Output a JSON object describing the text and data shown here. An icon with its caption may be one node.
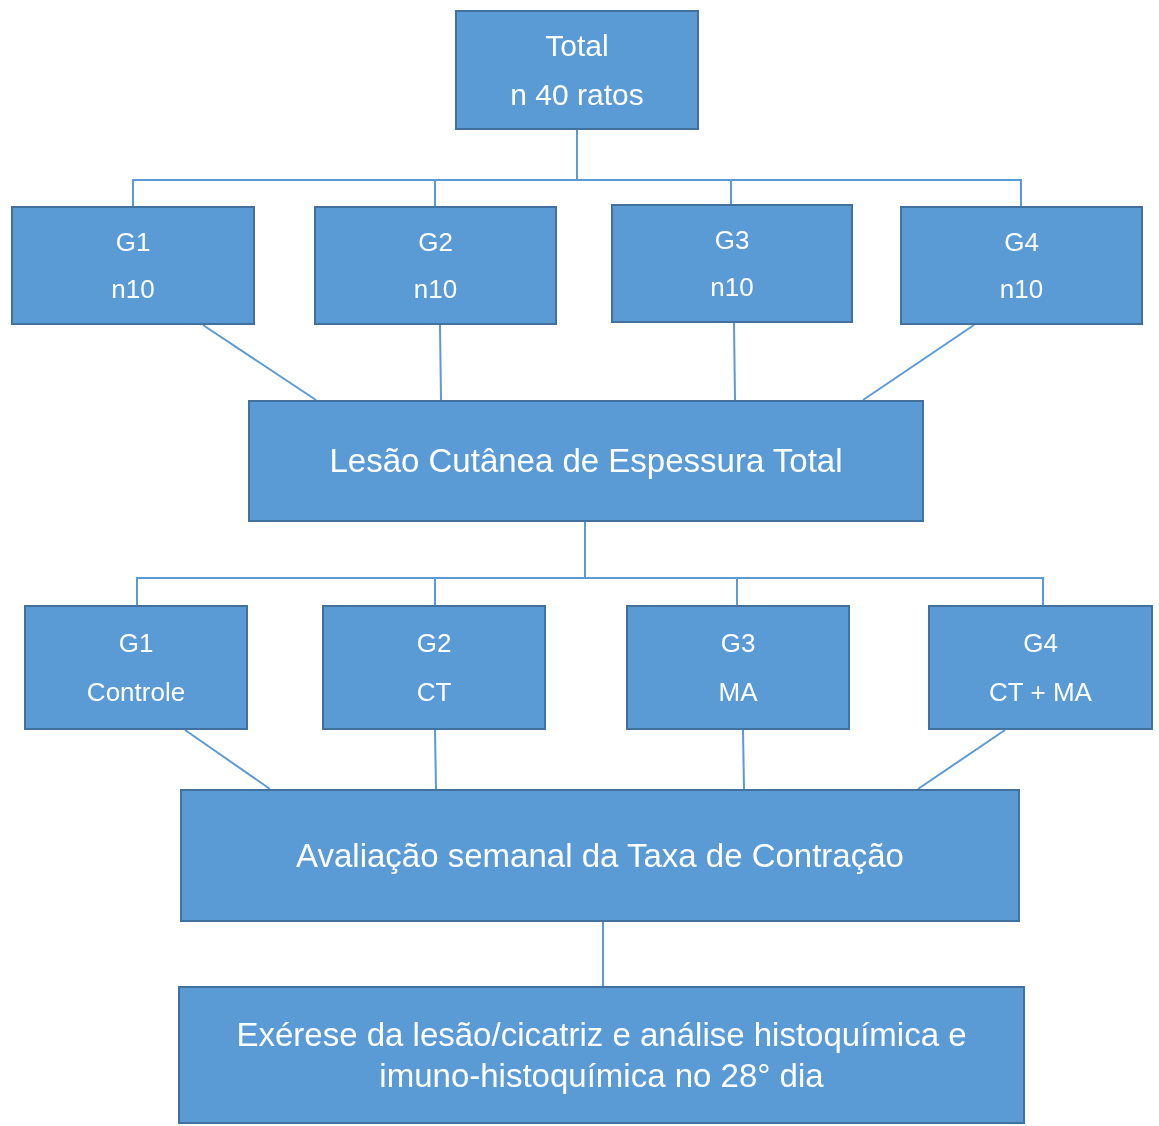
{
  "diagram": {
    "nodes": [
      {
        "text": [
          "Total",
          "n 40 ratos"
        ]
      },
      {
        "text": [
          "G1",
          "n10"
        ]
      },
      {
        "text": [
          "G2",
          "n10"
        ]
      },
      {
        "text": [
          "G3",
          "n10"
        ]
      },
      {
        "text": [
          "G4",
          "n10"
        ]
      },
      {
        "text": [
          "Lesão Cutânea de Espessura Total"
        ]
      },
      {
        "text": [
          "G1",
          "Controle"
        ]
      },
      {
        "text": [
          "G2",
          "CT"
        ]
      },
      {
        "text": [
          "G3",
          "MA"
        ]
      },
      {
        "text": [
          "G4",
          "CT + MA"
        ]
      },
      {
        "text": [
          "Avaliação semanal da Taxa de Contração"
        ]
      },
      {
        "text": [
          "Exérese da lesão/cicatriz e análise histoquímica e imuno-histoquímica no 28° dia"
        ]
      }
    ],
    "edges": [
      {
        "from": 0,
        "to": 1,
        "arrow": "none"
      },
      {
        "from": 0,
        "to": 2,
        "arrow": "none"
      },
      {
        "from": 0,
        "to": 3,
        "arrow": "none"
      },
      {
        "from": 0,
        "to": 4,
        "arrow": "none"
      },
      {
        "from": 1,
        "to": 5,
        "arrow": "none"
      },
      {
        "from": 2,
        "to": 5,
        "arrow": "none"
      },
      {
        "from": 3,
        "to": 5,
        "arrow": "none"
      },
      {
        "from": 4,
        "to": 5,
        "arrow": "none"
      },
      {
        "from": 5,
        "to": 6,
        "arrow": "none"
      },
      {
        "from": 5,
        "to": 7,
        "arrow": "none"
      },
      {
        "from": 5,
        "to": 8,
        "arrow": "none"
      },
      {
        "from": 5,
        "to": 9,
        "arrow": "none"
      },
      {
        "from": 6,
        "to": 10,
        "arrow": "none"
      },
      {
        "from": 7,
        "to": 10,
        "arrow": "none"
      },
      {
        "from": 8,
        "to": 10,
        "arrow": "none"
      },
      {
        "from": 9,
        "to": 10,
        "arrow": "none"
      },
      {
        "from": 10,
        "to": 11,
        "arrow": "none"
      }
    ]
  }
}
